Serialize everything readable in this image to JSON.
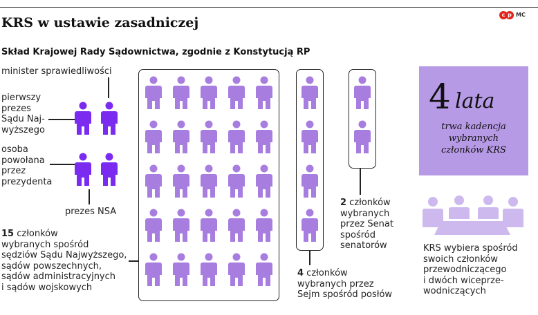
{
  "header": {
    "title": "KRS w ustawie zasadniczej",
    "subtitle": "Skład Krajowej Rady Sądownictwa, zgodnie z Konstytucją RP",
    "logo_text": "MC",
    "logo_glyph_a": "c",
    "logo_glyph_b": "p"
  },
  "members": {
    "minister_label": "minister sprawiedliwości",
    "first_president_label": [
      "pierwszy",
      "prezes",
      "Sądu Naj-",
      "wyższego"
    ],
    "president_appointee_label": [
      "osoba",
      "powołana",
      "przez",
      "prezydenta"
    ],
    "nsa_label": "prezes NSA",
    "judges_count": "15",
    "judges_label": [
      " członków",
      "wybranych spośród",
      "sędziów Sądu Najwyższego,",
      "sądów powszechnych,",
      "sądów administracyjnych",
      "i sądów wojskowych"
    ],
    "sejm_count": "4",
    "sejm_label": [
      " członków",
      "wybranych przez",
      "Sejm spośród posłów"
    ],
    "senate_count": "2",
    "senate_label": [
      " członków",
      "wybranych",
      "przez Senat",
      "spośród",
      "senatorów"
    ]
  },
  "term": {
    "number": "4",
    "unit": "lata",
    "caption": [
      "trwa kadencja",
      "wybranych",
      "członków KRS"
    ]
  },
  "leadership": {
    "caption": [
      "KRS wybiera spośród",
      "swoich członków",
      "przewodniczącego",
      "i dwóch wiceprze-",
      "wodniczących"
    ]
  },
  "colors": {
    "ex_officio": "#7b2bf0",
    "elected": "#a77de0",
    "term_box": "#b79ae6",
    "meeting": "#cdb9ee"
  },
  "icons": {
    "member": "person-icon",
    "meeting": "meeting-icon"
  }
}
